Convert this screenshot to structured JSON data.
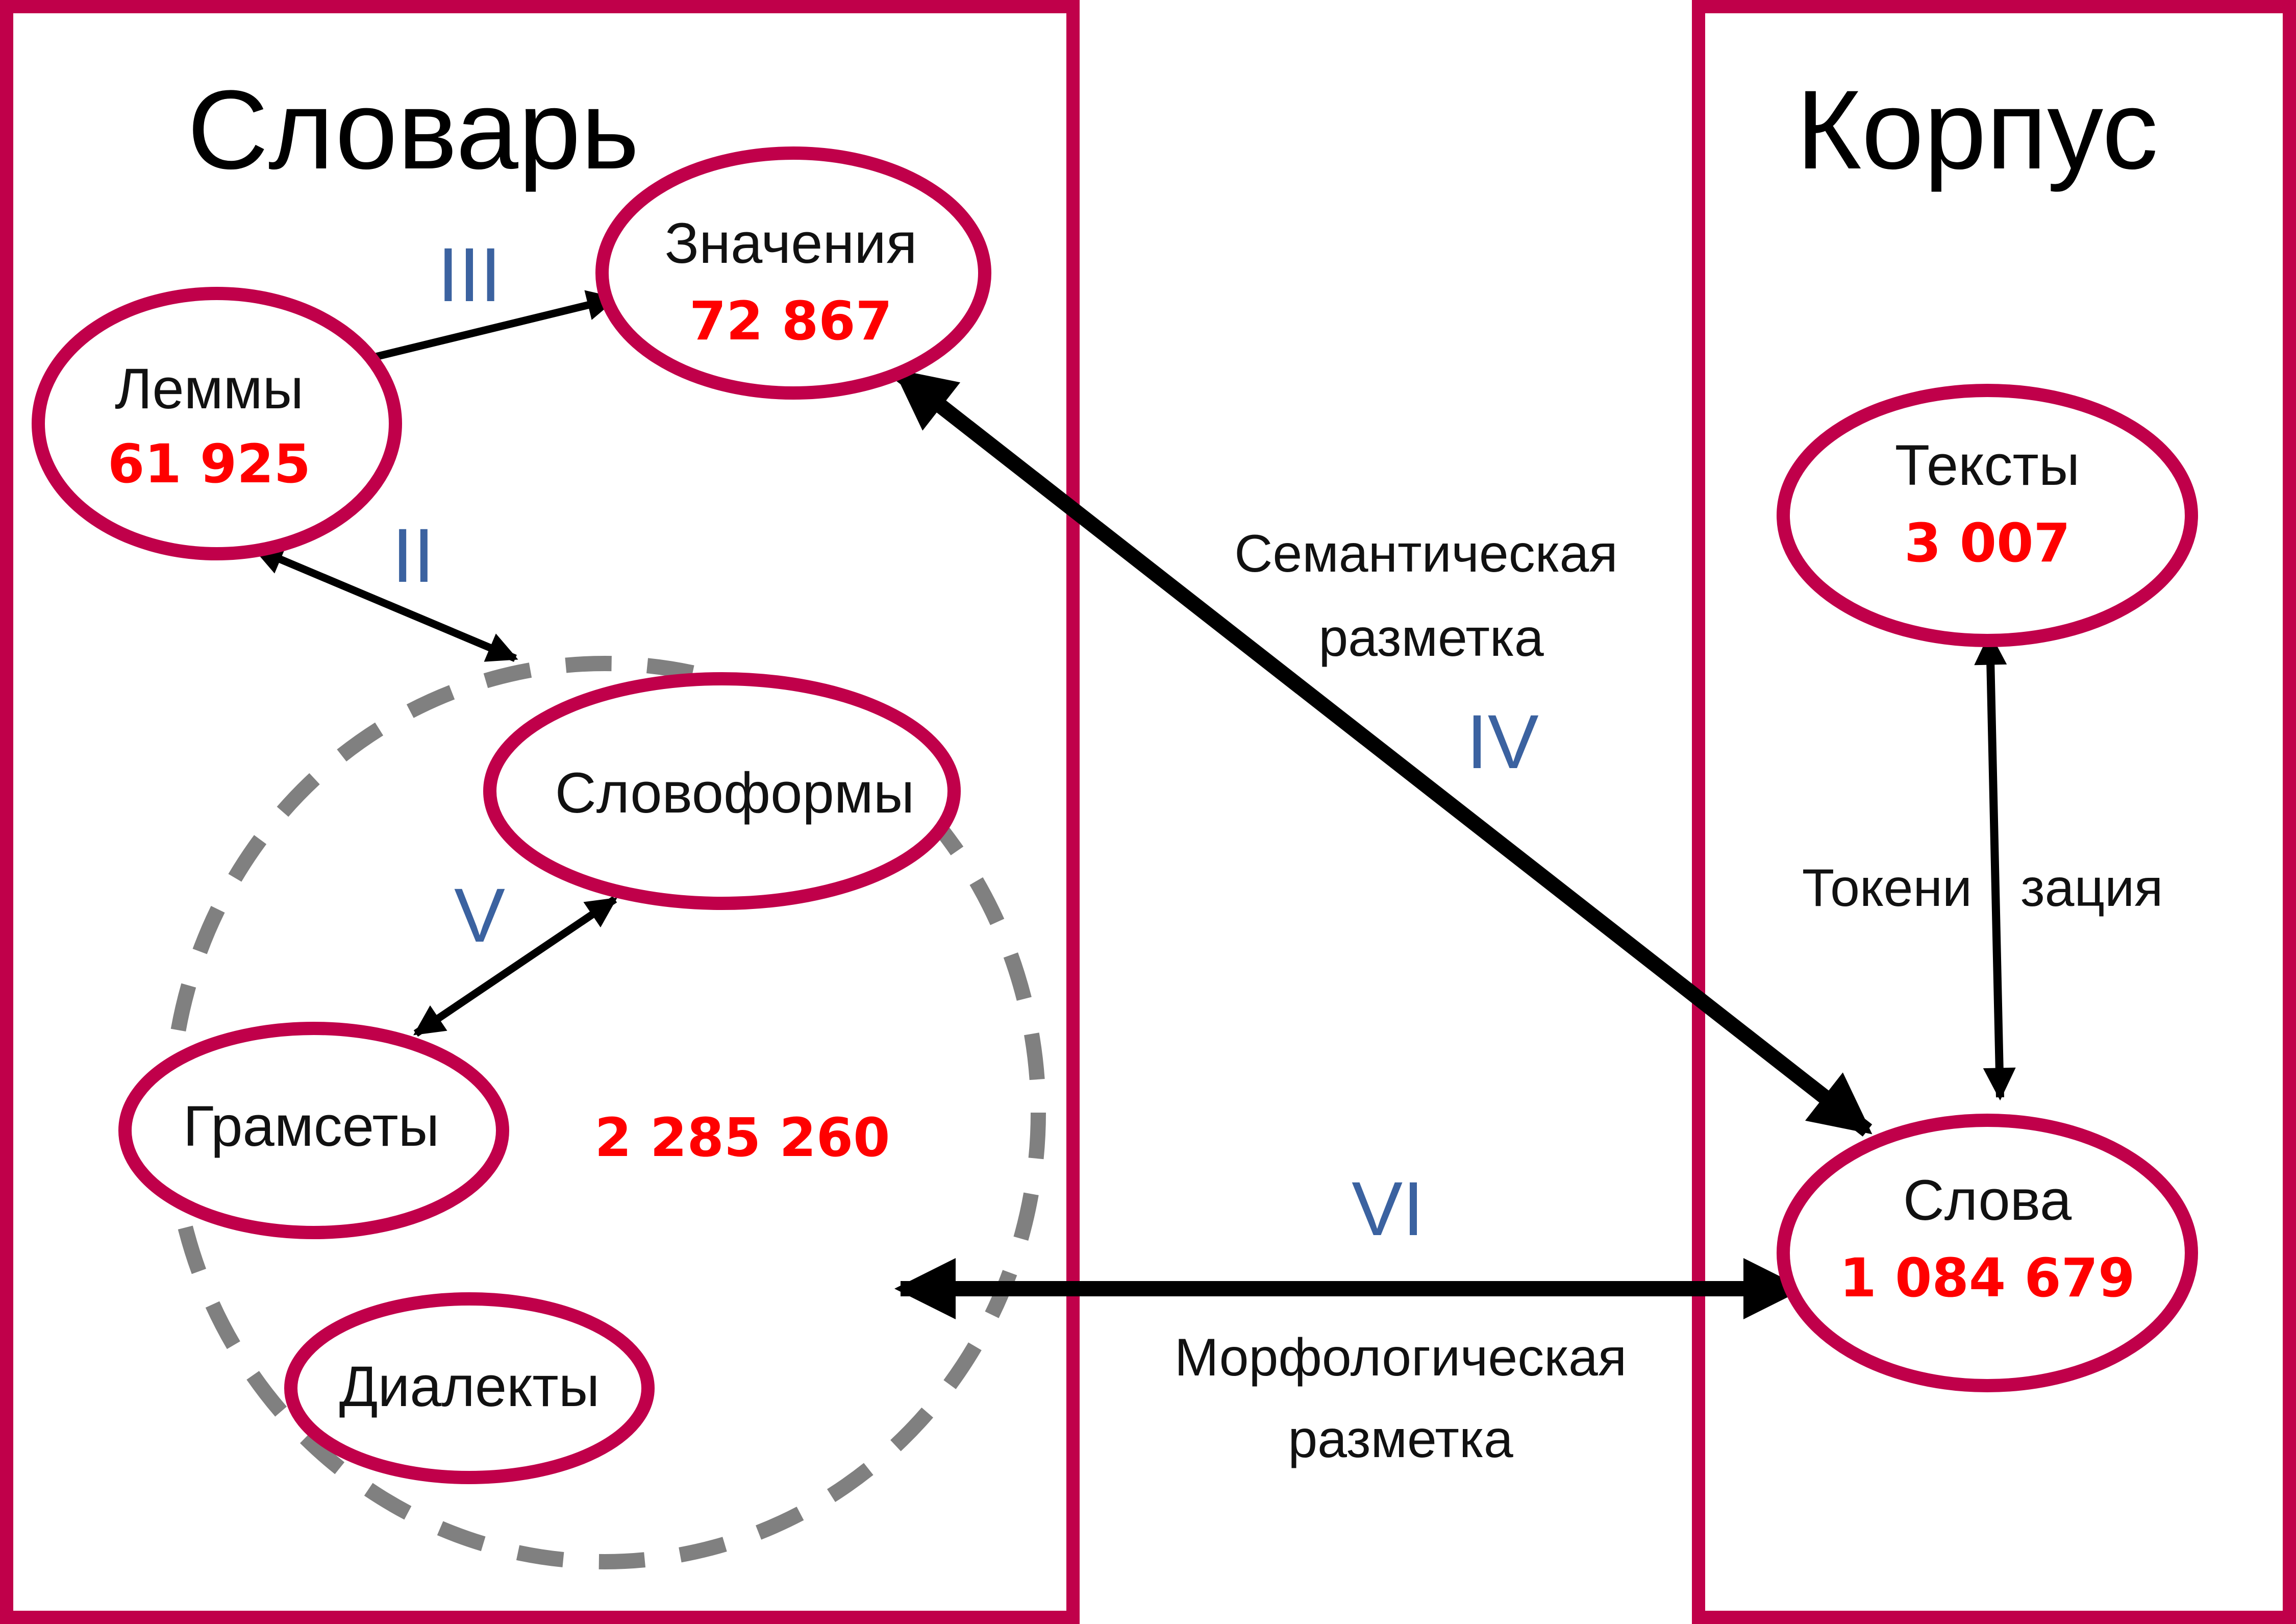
{
  "colors": {
    "frame": "#c0004a",
    "count": "#ff0000",
    "roman": "#3b62a0",
    "dashed": "#808080",
    "arrow": "#000000"
  },
  "groups": {
    "dictionary": {
      "title": "Словарь"
    },
    "corpus": {
      "title": "Корпус"
    }
  },
  "nodes": {
    "lemmas": {
      "label": "Леммы",
      "count": "61 925"
    },
    "meanings": {
      "label": "Значения",
      "count": "72 867"
    },
    "wordforms": {
      "label": "Словоформы"
    },
    "gramsets": {
      "label": "Грамсеты"
    },
    "dialects": {
      "label": "Диалекты"
    },
    "wordforms_total": {
      "count": "2 285 260"
    },
    "texts": {
      "label": "Тексты",
      "count": "3 007"
    },
    "words": {
      "label": "Слова",
      "count": "1 084 679"
    }
  },
  "edges": {
    "e2": {
      "roman": "II"
    },
    "e3": {
      "roman": "III"
    },
    "e4": {
      "roman": "IV",
      "label_line1": "Семантическая",
      "label_line2": "разметка"
    },
    "e5": {
      "roman": "V"
    },
    "e6": {
      "roman": "VI",
      "label_line1": "Морфологическая",
      "label_line2": "разметка"
    },
    "tokenization": {
      "label_part1": "Токени",
      "label_part2": "зация"
    }
  }
}
